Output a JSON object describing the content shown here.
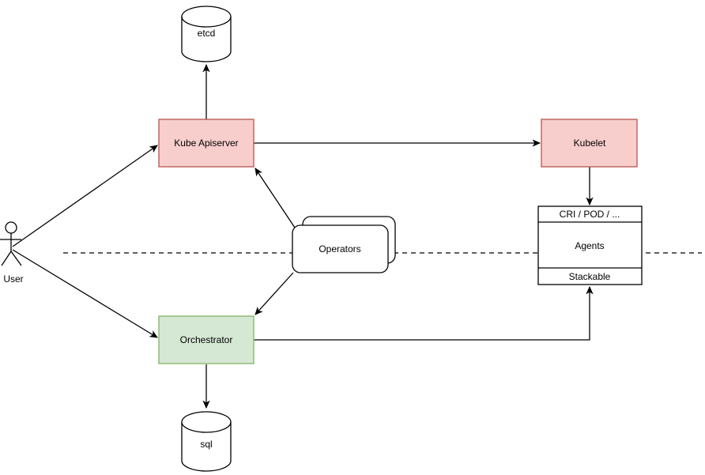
{
  "diagram": {
    "nodes": {
      "etcd": {
        "label": "etcd",
        "shape": "cylinder",
        "fill": "#ffffff",
        "stroke": "#000000"
      },
      "kube_apiserver": {
        "label": "Kube Apiserver",
        "shape": "rect",
        "fill": "#f8cecc",
        "stroke": "#b85450"
      },
      "kubelet": {
        "label": "Kubelet",
        "shape": "rect",
        "fill": "#f8cecc",
        "stroke": "#b85450"
      },
      "agents_stack": {
        "header": "CRI / POD / ...",
        "body": "Agents",
        "footer": "Stackable",
        "shape": "sectioned-rect",
        "fill": "#ffffff",
        "stroke": "#000000"
      },
      "operators": {
        "label": "Operators",
        "shape": "stacked-rounded-rect",
        "fill": "#ffffff",
        "stroke": "#000000"
      },
      "orchestrator": {
        "label": "Orchestrator",
        "shape": "rect",
        "fill": "#d5e8d4",
        "stroke": "#82b366"
      },
      "sql": {
        "label": "sql",
        "shape": "cylinder",
        "fill": "#ffffff",
        "stroke": "#000000"
      },
      "user": {
        "label": "User",
        "shape": "actor"
      }
    },
    "edges": [
      {
        "from": "user",
        "to": "kube_apiserver",
        "arrow": "end"
      },
      {
        "from": "user",
        "to": "orchestrator",
        "arrow": "end"
      },
      {
        "from": "kube_apiserver",
        "to": "etcd",
        "arrow": "end"
      },
      {
        "from": "kube_apiserver",
        "to": "kubelet",
        "arrow": "end"
      },
      {
        "from": "kubelet",
        "to": "agents_stack",
        "arrow": "end"
      },
      {
        "from": "operators",
        "to": "kube_apiserver",
        "arrow": "end"
      },
      {
        "from": "operators",
        "to": "orchestrator",
        "arrow": "end"
      },
      {
        "from": "orchestrator",
        "to": "sql",
        "arrow": "end"
      },
      {
        "from": "orchestrator",
        "to": "agents_stack",
        "arrow": "end"
      }
    ],
    "separator": {
      "style": "dashed",
      "orientation": "horizontal"
    }
  }
}
